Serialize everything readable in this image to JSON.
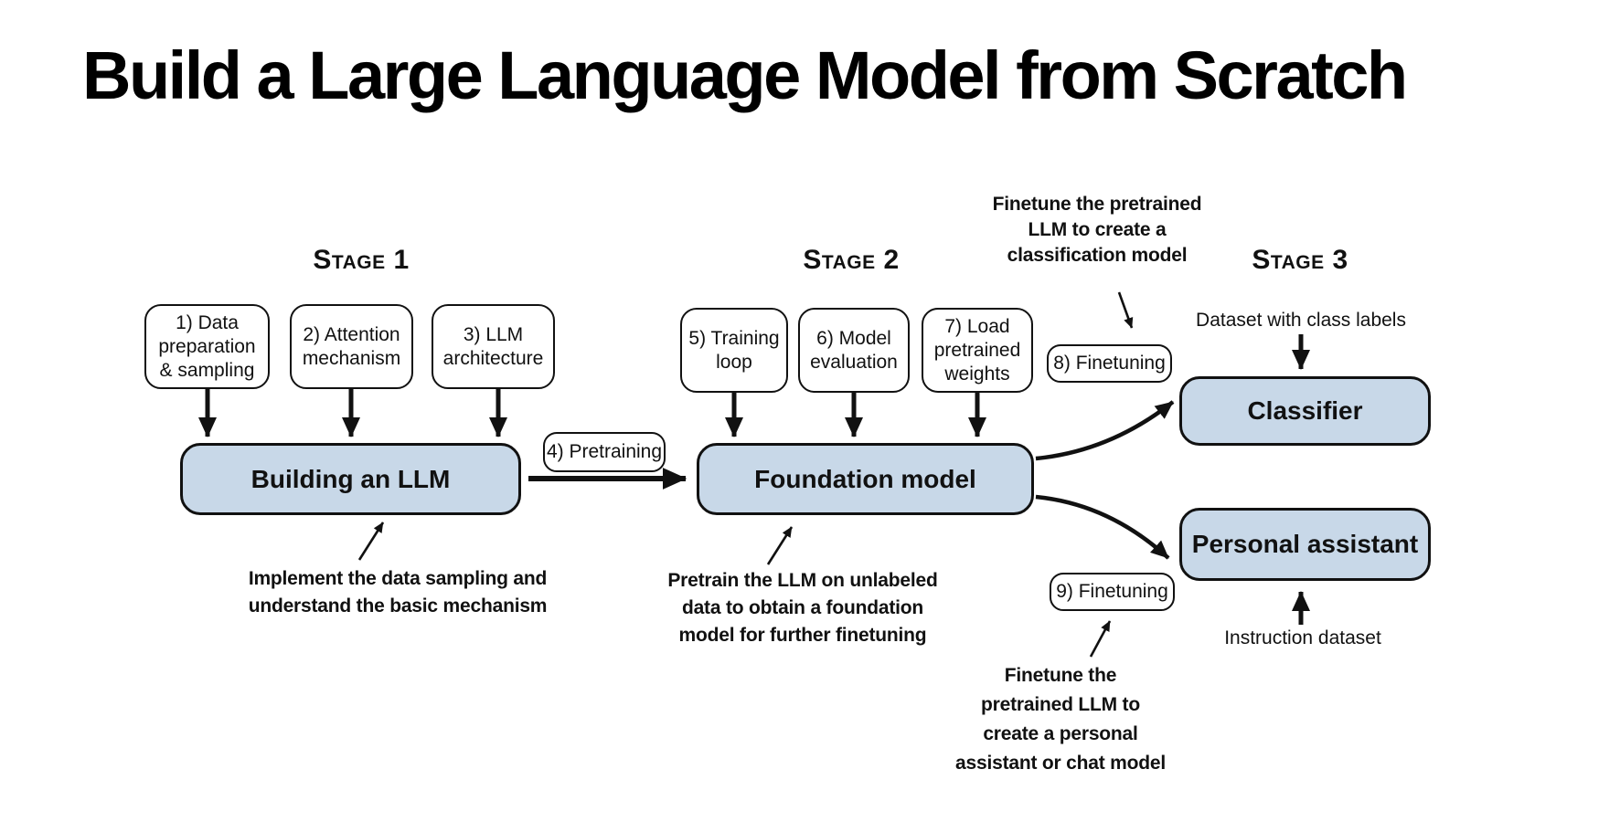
{
  "title": "Build a Large Language Model from Scratch",
  "stage_labels": {
    "s1": "Stage 1",
    "s2": "Stage 2",
    "s3": "Stage 3"
  },
  "step_boxes": {
    "b1": {
      "l1": "1) Data",
      "l2": "preparation",
      "l3": "& sampling"
    },
    "b2": {
      "l1": "2) Attention",
      "l2": "mechanism"
    },
    "b3": {
      "l1": "3) LLM",
      "l2": "architecture"
    },
    "b5": {
      "l1": "5) Training",
      "l2": "loop"
    },
    "b6": {
      "l1": "6) Model",
      "l2": "evaluation"
    },
    "b7": {
      "l1": "7) Load",
      "l2": "pretrained",
      "l3": "weights"
    }
  },
  "flow_boxes": {
    "pretraining": "4) Pretraining",
    "finetune8": "8) Finetuning",
    "finetune9": "9) Finetuning"
  },
  "main_boxes": {
    "building": "Building an LLM",
    "foundation": "Foundation model",
    "classifier": "Classifier",
    "personal": "Personal assistant"
  },
  "side_labels": {
    "dataset": "Dataset with class labels",
    "instruction": "Instruction dataset"
  },
  "annotations": {
    "classification": {
      "l1": "Finetune the pretrained",
      "l2": "LLM to create a",
      "l3": "classification model"
    },
    "stage1": {
      "l1": "Implement the data sampling and",
      "l2": "understand the basic mechanism"
    },
    "stage2": {
      "l1": "Pretrain the LLM on unlabeled",
      "l2": "data to obtain a foundation",
      "l3": "model for further finetuning"
    },
    "personal": {
      "l1": "Finetune the",
      "l2": "pretrained LLM to",
      "l3": "create a personal",
      "l4": "assistant or chat model"
    }
  },
  "colors": {
    "box_fill": "#c8d8e8",
    "line": "#111111",
    "text": "#111111"
  }
}
